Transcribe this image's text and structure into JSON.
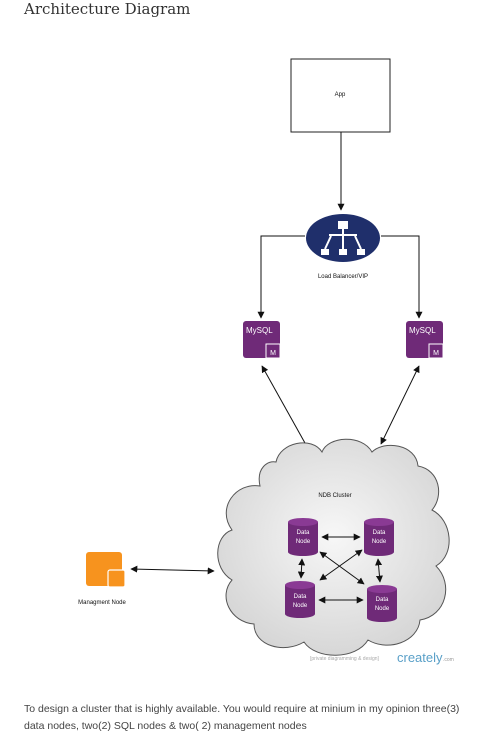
{
  "heading": "Architecture Diagram",
  "diagram": {
    "app_label": "App",
    "load_balancer_label": "Load Balancer/VIP",
    "sql_node_logo_text": "MySQL",
    "cluster_label": "NDB Cluster",
    "data_node_line1": "Data",
    "data_node_line2": "Node",
    "management_node_label": "Managment Node",
    "watermark_small": "[private diagramming & design]",
    "watermark_brand": "creately",
    "watermark_suffix": ".com"
  },
  "caption": "To design a cluster that is highly available. You would require at minium in my opinion three(3) data nodes, two(2) SQL nodes & two( 2) management nodes",
  "colors": {
    "navy": "#1f2f6b",
    "purple": "#6f2a78",
    "orange": "#f7931e",
    "cloud": "#e2e2e2"
  }
}
